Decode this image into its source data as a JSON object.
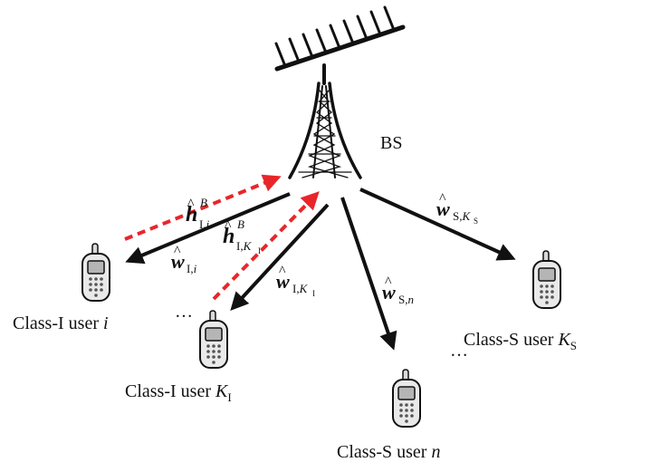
{
  "colors": {
    "downlink_arrow": "#111111",
    "uplink_arrow": "#e8262a",
    "tower": "#111111",
    "phone_body": "#e9e9e9",
    "phone_screen": "#b5b5b5"
  },
  "bs": {
    "label": "BS",
    "icon": "cell-tower-icon"
  },
  "users": {
    "class_i_i": {
      "text": "Class-I user ",
      "var": "i",
      "sub": ""
    },
    "class_i_k": {
      "text": "Class-I user ",
      "var": "K",
      "sub": "I"
    },
    "class_s_k": {
      "text": "Class-S user ",
      "var": "K",
      "sub": "S"
    },
    "class_s_n": {
      "text": "Class-S user ",
      "var": "n",
      "sub": ""
    }
  },
  "links": {
    "h_i": {
      "sym": "h",
      "hat": "^",
      "sup": "B",
      "sub1": "I,",
      "sub2": "i",
      "subsub": ""
    },
    "h_k": {
      "sym": "h",
      "hat": "^",
      "sup": "B",
      "sub1": "I,",
      "sub2": "K",
      "subsub": "I"
    },
    "w_i": {
      "sym": "w",
      "hat": "^",
      "sub1": "I,",
      "sub2": "i",
      "subsub": ""
    },
    "w_k": {
      "sym": "w",
      "hat": "^",
      "sub1": "I,",
      "sub2": "K",
      "subsub": "I"
    },
    "w_sn": {
      "sym": "w",
      "hat": "^",
      "sub1": "S,",
      "sub2": "n",
      "subsub": ""
    },
    "w_sk": {
      "sym": "w",
      "hat": "^",
      "sub1": "S,",
      "sub2": "K",
      "subsub": "S"
    }
  },
  "ellipsis": "…"
}
